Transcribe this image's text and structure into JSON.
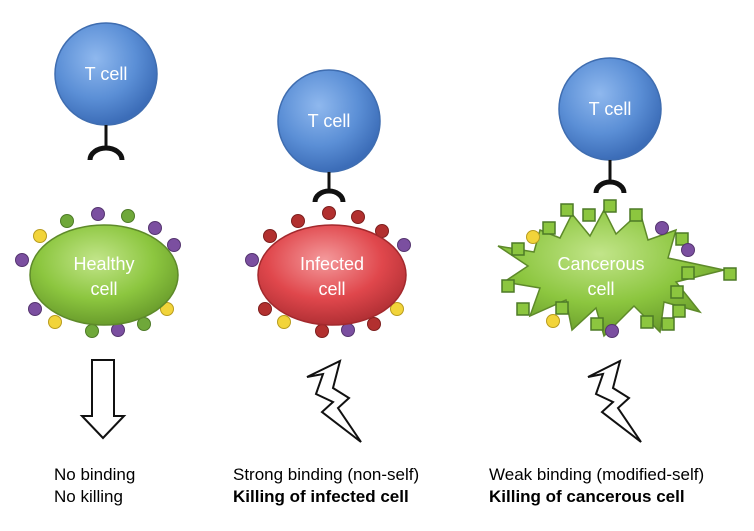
{
  "panels": [
    {
      "tcell_label": "T cell",
      "target_label_lines": [
        "Healthy",
        "cell"
      ],
      "target_type": "healthy",
      "caption_line1": "No binding",
      "caption_line2": "No killing",
      "caption_line2_bold": false,
      "outcome_icon": "arrow-down-icon"
    },
    {
      "tcell_label": "T cell",
      "target_label_lines": [
        "Infected",
        "cell"
      ],
      "target_type": "infected",
      "caption_line1": "Strong binding (non-self)",
      "caption_line2": "Killing of infected cell",
      "caption_line2_bold": true,
      "outcome_icon": "lightning-bolt-icon"
    },
    {
      "tcell_label": "T cell",
      "target_label_lines": [
        "Cancerous",
        "cell"
      ],
      "target_type": "cancerous",
      "caption_line1": "Weak binding (modified-self)",
      "caption_line2": "Killing of cancerous cell",
      "caption_line2_bold": true,
      "outcome_icon": "lightning-bolt-icon"
    }
  ],
  "colors": {
    "tcell": "#5b8fd6",
    "healthy_cell": "#8cc63f",
    "infected_cell": "#e0474c",
    "cancerous_cell": "#8cc63f",
    "antigen_purple": "#7b4fa0",
    "antigen_green": "#6fa83a",
    "antigen_yellow": "#f2d43a",
    "antigen_red": "#b2302f"
  }
}
